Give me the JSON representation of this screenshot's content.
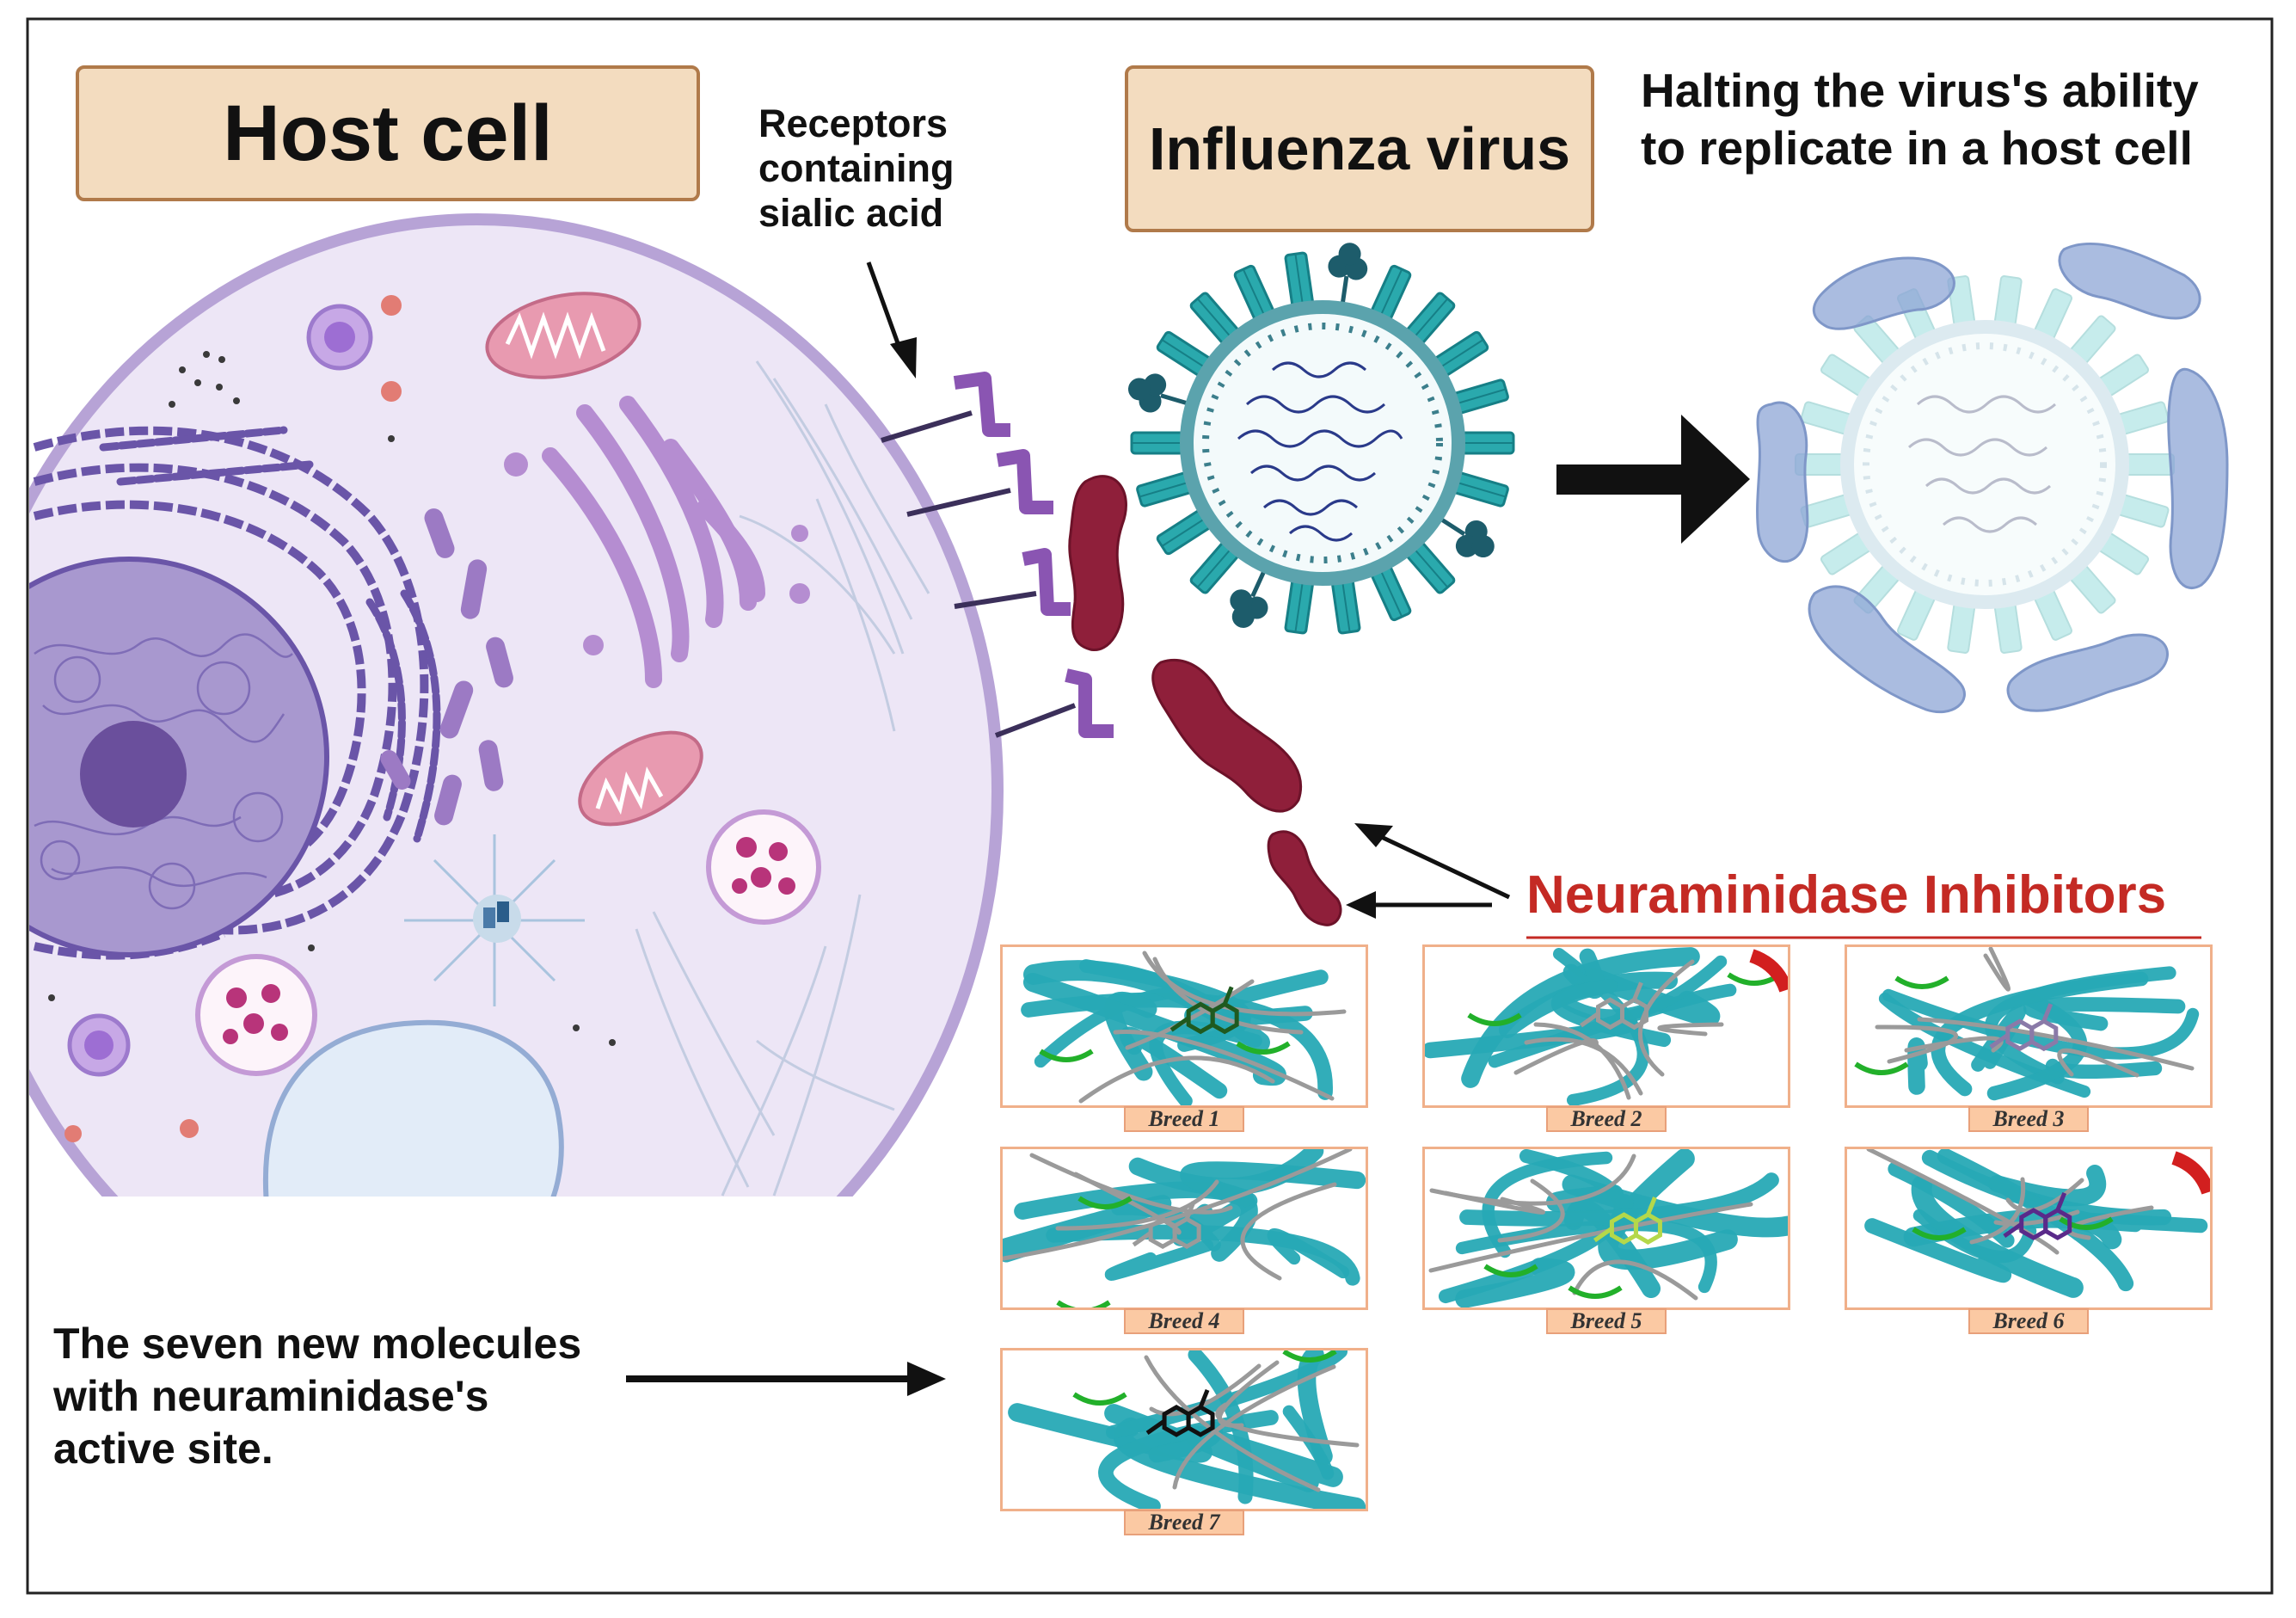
{
  "labels": {
    "host_cell": "Host cell",
    "influenza_virus": "Influenza virus",
    "receptors_lines": [
      "Receptors",
      "containing",
      "sialic acid"
    ],
    "halting_lines": [
      "Halting the virus's ability",
      "to replicate  in a host cell"
    ],
    "inhibitors": "Neuraminidase Inhibitors",
    "seven_lines": [
      "The seven new molecules",
      "with neuraminidase's",
      "active site."
    ]
  },
  "panels": [
    {
      "caption": "Breed 1",
      "ligand_color": "#1f5a1f"
    },
    {
      "caption": "Breed 2",
      "ligand_color": "#9a9a9a"
    },
    {
      "caption": "Breed 3",
      "ligand_color": "#8a7aa8"
    },
    {
      "caption": "Breed 4",
      "ligand_color": "#9a9a9a"
    },
    {
      "caption": "Breed 5",
      "ligand_color": "#b4d84a"
    },
    {
      "caption": "Breed 6",
      "ligand_color": "#5a2a8a"
    },
    {
      "caption": "Breed 7",
      "ligand_color": "#111111"
    }
  ],
  "colors": {
    "label_fill": "#f3dcbf",
    "inhibitor_text": "#c42a24",
    "cell_fill": "#ede6f6",
    "cell_membrane": "#b7a3d6",
    "virus_teal": "#2aa9ad",
    "inhibitor_molecule": "#8f1f3a",
    "ribbon_teal": "#27a9b5"
  }
}
